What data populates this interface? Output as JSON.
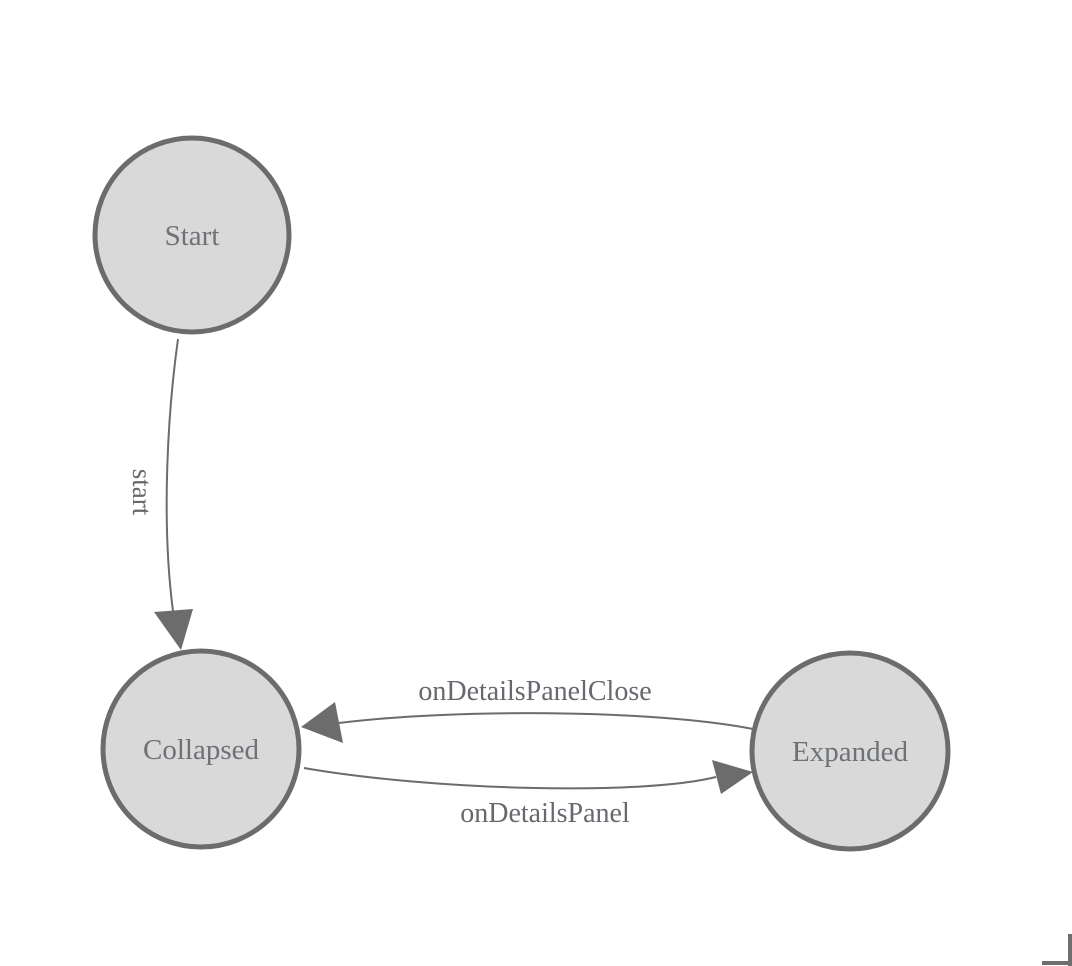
{
  "diagram": {
    "type": "state-machine",
    "background_color": "#ffffff",
    "colors": {
      "node_fill": "#d9d9d9",
      "node_stroke": "#6c6c6c",
      "edge_stroke": "#6c6c6c",
      "label_text": "#6e7276",
      "corner_marker": "#6e6e6e"
    },
    "nodes": [
      {
        "id": "start",
        "label": "Start"
      },
      {
        "id": "collapsed",
        "label": "Collapsed"
      },
      {
        "id": "expanded",
        "label": "Expanded"
      }
    ],
    "edges": [
      {
        "from": "start",
        "to": "collapsed",
        "label": "start"
      },
      {
        "from": "expanded",
        "to": "collapsed",
        "label": "onDetailsPanelClose"
      },
      {
        "from": "collapsed",
        "to": "expanded",
        "label": "onDetailsPanel"
      }
    ]
  }
}
